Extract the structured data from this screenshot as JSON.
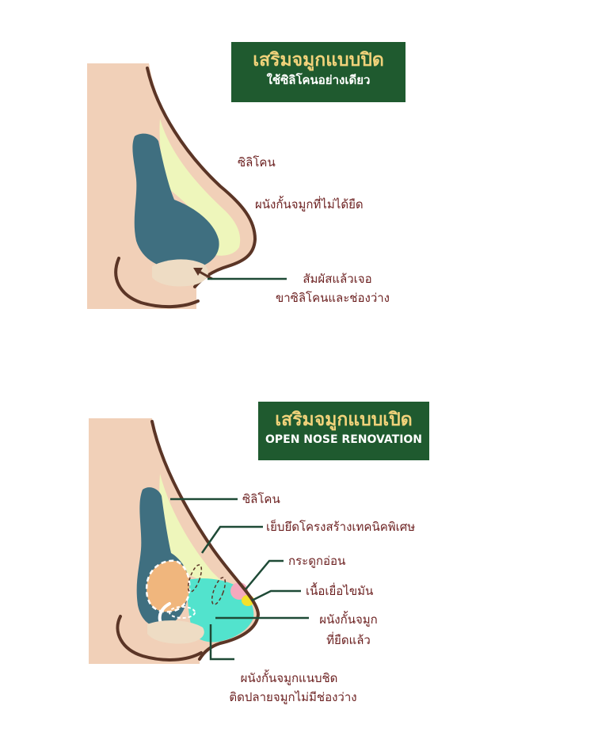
{
  "colors": {
    "skin": "#f1d0b8",
    "outline": "#5b3526",
    "silicone": "#eef6bb",
    "cavity": "#3f6f80",
    "cartilage_septum": "#52e3cd",
    "title_bg": "#1f5a2f",
    "title_text": "#f0d27a",
    "label_text": "#6b1f1f",
    "leader": "#1e4a36"
  },
  "closed": {
    "title": "เสริมจมูกแบบปิด",
    "subtitle": "ใช้ซิลิโคนอย่างเดียว",
    "labels": {
      "silicone": "ซิลิโคน",
      "septum_unextended": "ผนังกั้นจมูกที่ไม่ได้ยืด",
      "contact_line1": "สัมผัสแล้วเจอ",
      "contact_line2": "ขาซิลิโคนและช่องว่าง"
    }
  },
  "open": {
    "title": "เสริมจมูกแบบเปิด",
    "subtitle": "OPEN NOSE RENOVATION",
    "labels": {
      "silicone": "ซิลิโคน",
      "special_structure": "เย็บยึดโครงสร้างเทคนิคพิเศษ",
      "cartilage": "กระดูกอ่อน",
      "fat_tissue": "เนื้อเยื่อไขมัน",
      "septum_line1": "ผนังกั้นจมูก",
      "septum_line2": "ที่ยืดแล้ว",
      "tight_line1": "ผนังกั้นจมูกแนบชิด",
      "tight_line2": "ติดปลายจมูกไม่มีช่องว่าง"
    }
  }
}
